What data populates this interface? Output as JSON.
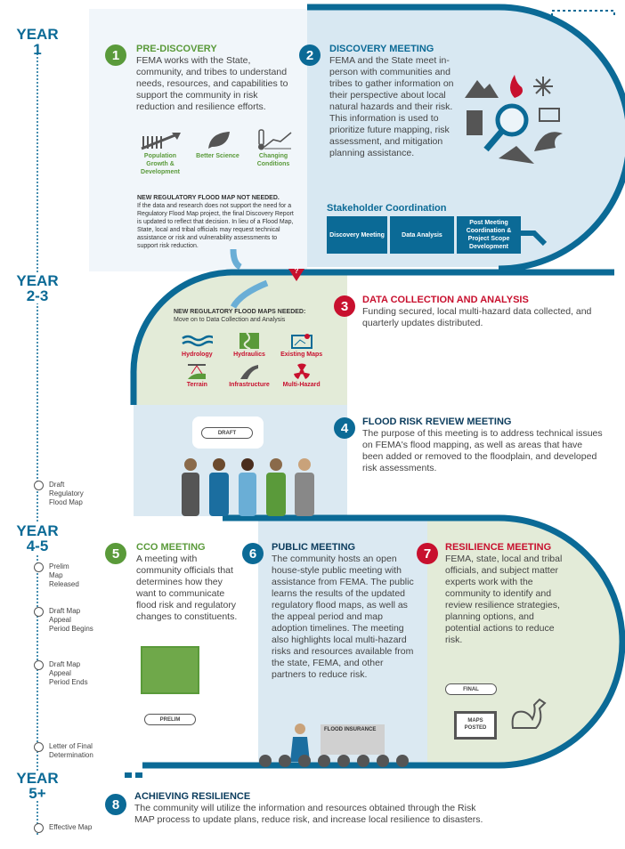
{
  "timeline": {
    "years": [
      "YEAR",
      "1",
      "YEAR",
      "2-3",
      "YEAR",
      "4-5",
      "YEAR",
      "5+"
    ],
    "milestones": [
      "Draft Regulatory Flood Map",
      "Prelim Map Released",
      "Draft Map Appeal Period Begins",
      "Draft Map Appeal Period Ends",
      "Letter of Final Determination",
      "Effective Map"
    ]
  },
  "steps": [
    {
      "num": "1",
      "title": "PRE-DISCOVERY",
      "text": "FEMA works with the State, community, and tribes to understand needs, resources, and capabilities to support the community in risk reduction and resilience efforts."
    },
    {
      "num": "2",
      "title": "DISCOVERY MEETING",
      "text": "FEMA and the State meet in-person with communities and tribes to gather information on their perspective about local natural hazards and their risk. This information is used to prioritize future mapping, risk assessment, and mitigation planning assistance."
    },
    {
      "num": "3",
      "title": "DATA COLLECTION AND ANALYSIS",
      "text": "Funding secured, local multi-hazard data collected, and quarterly updates distributed."
    },
    {
      "num": "4",
      "title": "FLOOD RISK REVIEW MEETING",
      "text": "The purpose of this meeting is to address technical issues on FEMA's flood mapping, as well as areas that have been added or removed to the floodplain, and developed risk assessments."
    },
    {
      "num": "5",
      "title": "CCO MEETING",
      "text": "A meeting with community officials that determines how they want to communicate flood risk and regulatory changes to constituents."
    },
    {
      "num": "6",
      "title": "PUBLIC MEETING",
      "text": "The community hosts an open house-style public meeting with assistance from FEMA.  The public learns the results of the updated regulatory flood maps, as well as the appeal period and map adoption timelines. The meeting also highlights local multi-hazard risks and resources available from the state, FEMA, and other partners to reduce risk."
    },
    {
      "num": "7",
      "title": "RESILIENCE MEETING",
      "text": "FEMA, state, local and tribal officials, and subject matter experts work with the community to identify and review resilience strategies, planning options, and potential actions to reduce risk."
    },
    {
      "num": "8",
      "title": "ACHIEVING RESILIENCE",
      "text": "The community will utilize the information and resources obtained through the Risk MAP process to update plans, reduce risk, and increase local resilience to disasters."
    }
  ],
  "prediscovery_icons": [
    "Population Growth & Development",
    "Better Science",
    "Changing Conditions"
  ],
  "not_needed": {
    "title": "NEW REGULATORY FLOOD MAP NOT NEEDED.",
    "text": "If the data and research does not support the need for a Regulatory Flood Map project, the final Discovery Report is updated to reflect that decision. In lieu of a Flood Map, State, local and tribal officials may request technical assistance or risk and vulnerability assessments to support risk reduction."
  },
  "needed": {
    "title": "NEW REGULATORY FLOOD MAPS NEEDED:",
    "subtitle": "Move on to Data Collection and Analysis",
    "icons": [
      "Hydrology",
      "Hydraulics",
      "Existing Maps",
      "Terrain",
      "Infrastructure",
      "Multi-Hazard"
    ]
  },
  "decision_mark": "?",
  "stakeholder": {
    "title": "Stakeholder Coordination",
    "boxes": [
      "Discovery Meeting",
      "Data Analysis",
      "Post Meeting Coordination & Project Scope Development"
    ]
  },
  "labels": {
    "draft": "DRAFT",
    "prelim": "PRELIM",
    "final": "FINAL",
    "flood_insurance": "FLOOD INSURANCE",
    "maps_posted": "MAPS POSTED"
  },
  "colors": {
    "blue": "#0b6a96",
    "green": "#5a9a3a",
    "red": "#c8102e"
  }
}
